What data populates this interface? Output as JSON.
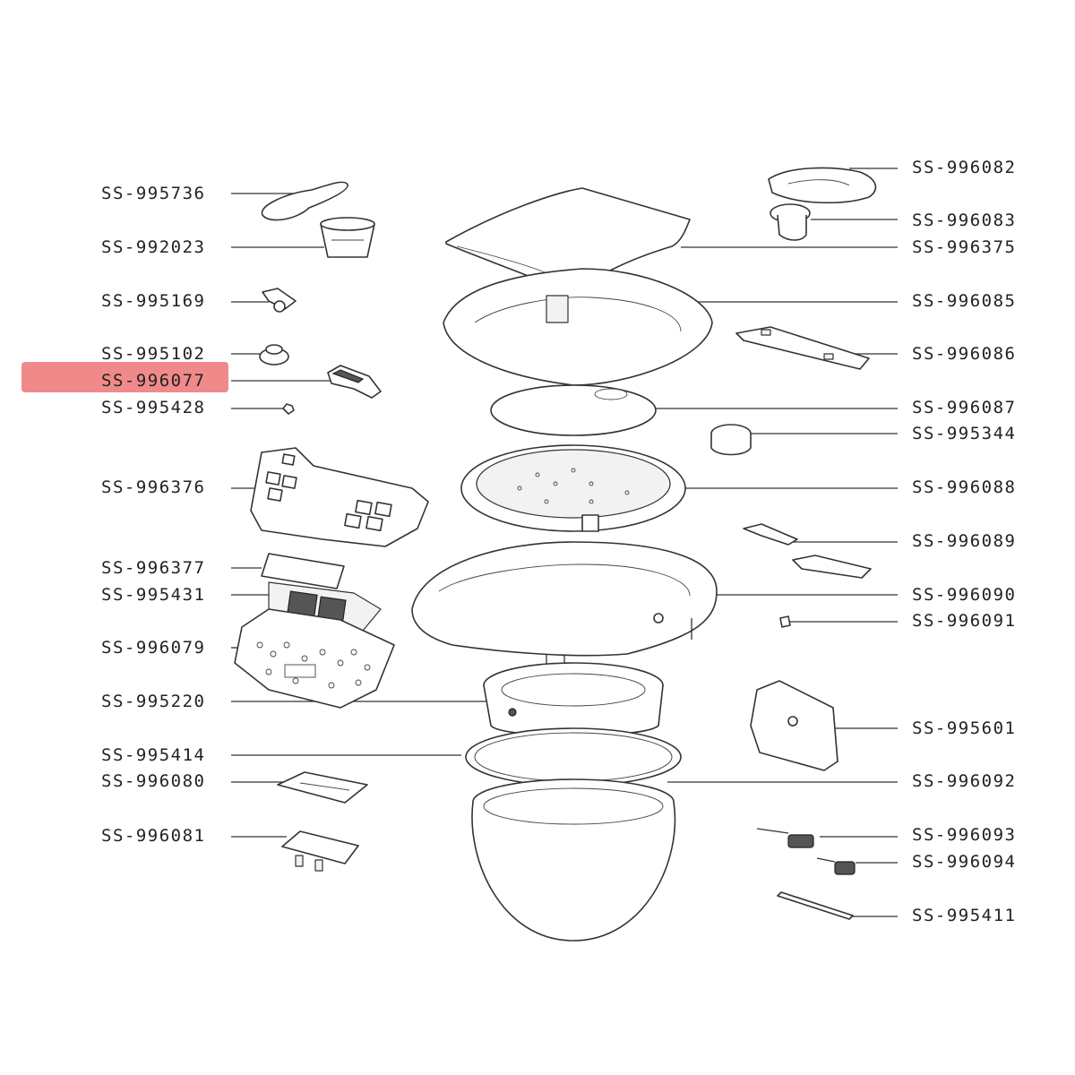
{
  "highlight_color": "#f08a8a",
  "labels_left": [
    "SS-995736",
    "SS-992023",
    "SS-995169",
    "SS-995102",
    "SS-996077",
    "SS-995428",
    "SS-996376",
    "SS-996377",
    "SS-995431",
    "SS-996079",
    "SS-995220",
    "SS-995414",
    "SS-996080",
    "SS-996081"
  ],
  "labels_right": [
    "SS-996082",
    "SS-996083",
    "SS-996375",
    "SS-996085",
    "SS-996086",
    "SS-996087",
    "SS-995344",
    "SS-996088",
    "SS-996089",
    "SS-996090",
    "SS-996091",
    "SS-995601",
    "SS-996092",
    "SS-996093",
    "SS-996094",
    "SS-995411"
  ],
  "highlighted_label": "SS-996077"
}
